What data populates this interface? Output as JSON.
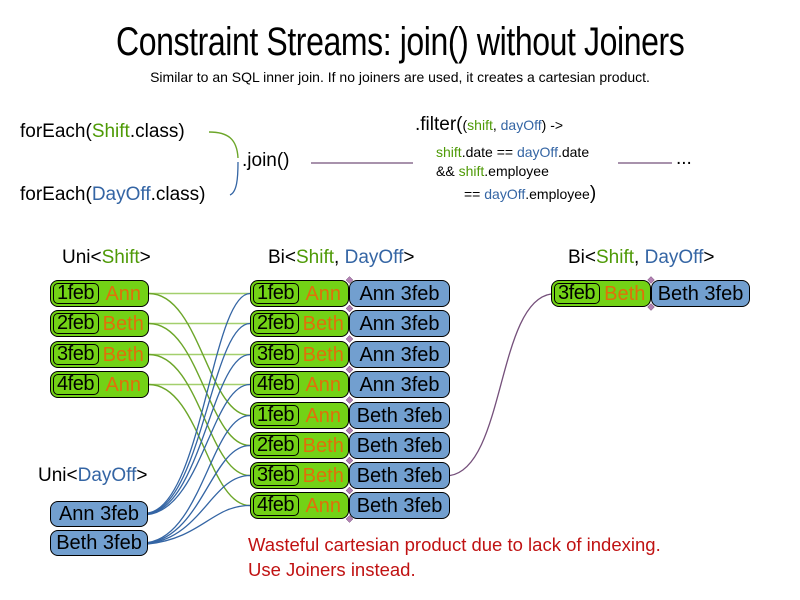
{
  "slide": {
    "title": "Constraint Streams: join() without Joiners",
    "subtitle": "Similar to an SQL inner join. If no joiners are used, it creates a cartesian product."
  },
  "code": {
    "foreach_shift": {
      "pre": "forEach(",
      "type": "Shift",
      "post": ".class)"
    },
    "foreach_dayoff": {
      "pre": "forEach(",
      "type": "DayOff",
      "post": ".class)"
    },
    "join_label": ".join()",
    "filter": {
      "head": ".filter(",
      "sig_open": "(",
      "param1": "shift",
      "sig_comma": ", ",
      "param2": "dayOff",
      "sig_close": ") ->",
      "l2_a": "shift",
      "l2_b": ".date == ",
      "l2_c": "dayOff",
      "l2_d": ".date",
      "l3_a": "&& ",
      "l3_b": "shift",
      "l3_c": ".employee",
      "l4_a": "== ",
      "l4_b": "dayOff",
      "l4_c": ".employee",
      "l4_close": ")"
    },
    "ellipsis": "..."
  },
  "labels": {
    "uni_shift": {
      "pre": "Uni<",
      "t1": "Shift",
      "post": ">"
    },
    "bi_mid": {
      "pre": "Bi<",
      "t1": "Shift",
      "sep": ", ",
      "t2": "DayOff",
      "post": ">"
    },
    "bi_right": {
      "pre": "Bi<",
      "t1": "Shift",
      "sep": ", ",
      "t2": "DayOff",
      "post": ">"
    },
    "uni_dayoff": {
      "pre": "Uni<",
      "t1": "DayOff",
      "post": ">"
    }
  },
  "shift_facts": [
    {
      "date": "1feb",
      "employee": "Ann"
    },
    {
      "date": "2feb",
      "employee": "Beth"
    },
    {
      "date": "3feb",
      "employee": "Beth"
    },
    {
      "date": "4feb",
      "employee": "Ann"
    }
  ],
  "dayoff_facts": [
    {
      "label": "Ann 3feb"
    },
    {
      "label": "Beth 3feb"
    }
  ],
  "cartesian_rows": [
    {
      "date": "1feb",
      "employee": "Ann",
      "dayoff": "Ann 3feb"
    },
    {
      "date": "2feb",
      "employee": "Beth",
      "dayoff": "Ann 3feb"
    },
    {
      "date": "3feb",
      "employee": "Beth",
      "dayoff": "Ann 3feb"
    },
    {
      "date": "4feb",
      "employee": "Ann",
      "dayoff": "Ann 3feb"
    },
    {
      "date": "1feb",
      "employee": "Ann",
      "dayoff": "Beth 3feb"
    },
    {
      "date": "2feb",
      "employee": "Beth",
      "dayoff": "Beth 3feb"
    },
    {
      "date": "3feb",
      "employee": "Beth",
      "dayoff": "Beth 3feb"
    },
    {
      "date": "4feb",
      "employee": "Ann",
      "dayoff": "Beth 3feb"
    }
  ],
  "result_row": {
    "date": "3feb",
    "employee": "Beth",
    "dayoff": "Beth 3feb"
  },
  "warning": {
    "line1": "Wasteful cartesian product due to lack of indexing.",
    "line2": "Use Joiners instead."
  },
  "colors": {
    "fact_green": "#73d216",
    "fact_blue": "#729fcf",
    "type_green": "#4e9a06",
    "type_blue": "#3465a4",
    "employee_orange": "#e0700a",
    "join_purple": "#75507b",
    "warning_red": "#c01212"
  }
}
